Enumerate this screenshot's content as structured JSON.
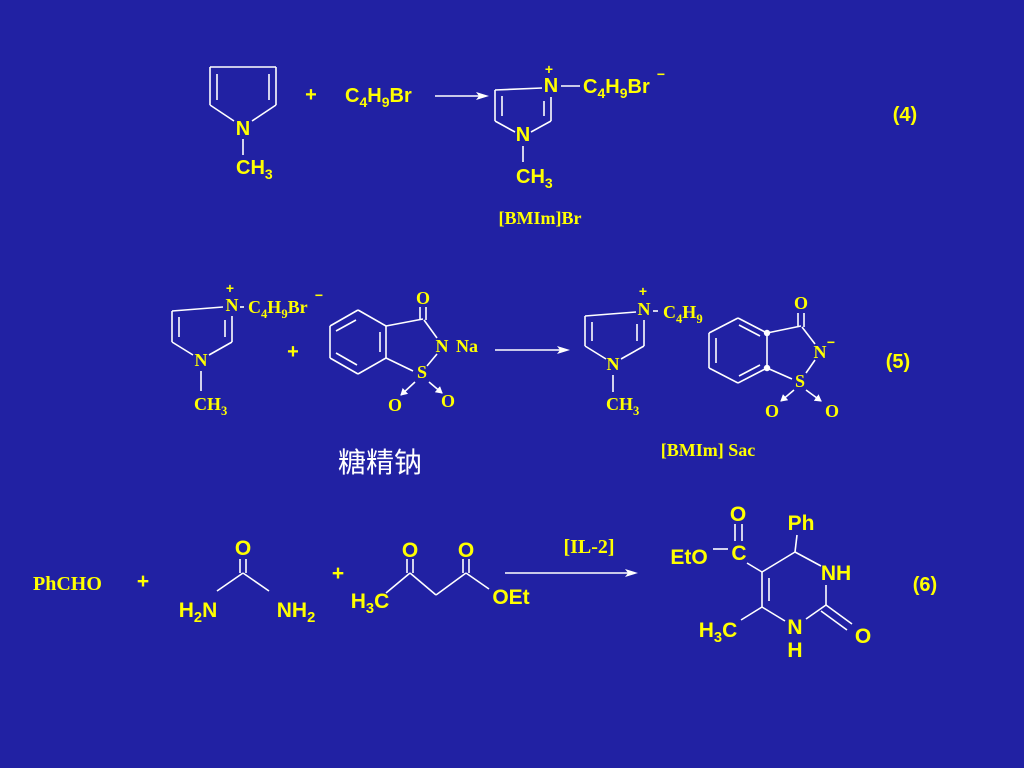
{
  "colors": {
    "background": "#2121a3",
    "text": "#ffff00",
    "bond": "#ffffff"
  },
  "reaction_4": {
    "methylpyrrole": {
      "n": "N",
      "methyl": "CH3"
    },
    "plus": "+",
    "butyl_bromide": "C4H9Br",
    "product": {
      "n_alkyl": "N",
      "charge_plus": "+",
      "alkyl_bromide": "C4H9Br",
      "charge_minus": "−",
      "n_methyl": "N",
      "methyl": "CH3",
      "name": "[BMIm]Br"
    },
    "number": "(4)"
  },
  "reaction_5": {
    "cation": {
      "n_alkyl": "N",
      "charge_plus": "+",
      "alkyl_bromide": "C4H9Br",
      "charge_minus": "−",
      "n_methyl": "N",
      "methyl": "CH3"
    },
    "plus": "+",
    "saccharin_sodium": {
      "carbonyl_o": "O",
      "n": "N",
      "counterion": "Na",
      "s": "S",
      "sulfonyl_o_left": "O",
      "sulfonyl_o_right": "O",
      "name": "糖精钠"
    },
    "product_cation": {
      "n_alkyl": "N",
      "charge_plus": "+",
      "alkyl": "C4H9",
      "n_methyl": "N",
      "methyl": "CH3"
    },
    "product_anion": {
      "carbonyl_o": "O",
      "n": "N",
      "charge_minus": "−",
      "s": "S",
      "sulfonyl_o_left": "O",
      "sulfonyl_o_right": "O"
    },
    "product_name": "[BMIm] Sac",
    "number": "(5)"
  },
  "reaction_6": {
    "aldehyde": "PhCHO",
    "plus_1": "+",
    "urea": {
      "o": "O",
      "left_amine": "H2N",
      "right_amine": "NH2"
    },
    "plus_2": "+",
    "acetoacetate": {
      "methyl": "H3C",
      "ketone_o": "O",
      "ester_o": "O",
      "ethoxy": "OEt"
    },
    "catalyst": "[IL-2]",
    "product": {
      "ester_o": "O",
      "ester_c": "C",
      "ethoxy": "EtO",
      "phenyl": "Ph",
      "nh_3": "NH",
      "carbonyl_o": "O",
      "n_1": "N",
      "h_1": "H",
      "methyl": "H3C"
    },
    "number": "(6)"
  }
}
